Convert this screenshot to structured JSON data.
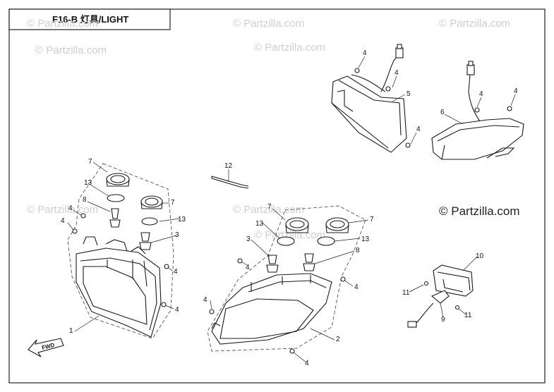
{
  "header": {
    "title": "F16-B  灯具/LIGHT"
  },
  "watermark": "© Partzilla.com",
  "copyright": "© Partzilla.com",
  "direction_label": "FWD",
  "callouts": [
    {
      "n": "4"
    },
    {
      "n": "4"
    },
    {
      "n": "5"
    },
    {
      "n": "4"
    },
    {
      "n": "4"
    },
    {
      "n": "6"
    },
    {
      "n": "4"
    },
    {
      "n": "12"
    },
    {
      "n": "7"
    },
    {
      "n": "13"
    },
    {
      "n": "8"
    },
    {
      "n": "7"
    },
    {
      "n": "4"
    },
    {
      "n": "4"
    },
    {
      "n": "13"
    },
    {
      "n": "3"
    },
    {
      "n": "4"
    },
    {
      "n": "4"
    },
    {
      "n": "1"
    },
    {
      "n": "7"
    },
    {
      "n": "7"
    },
    {
      "n": "13"
    },
    {
      "n": "13"
    },
    {
      "n": "3"
    },
    {
      "n": "8"
    },
    {
      "n": "4"
    },
    {
      "n": "4"
    },
    {
      "n": "4"
    },
    {
      "n": "2"
    },
    {
      "n": "4"
    },
    {
      "n": "10"
    },
    {
      "n": "11"
    },
    {
      "n": "9"
    },
    {
      "n": "11"
    }
  ]
}
